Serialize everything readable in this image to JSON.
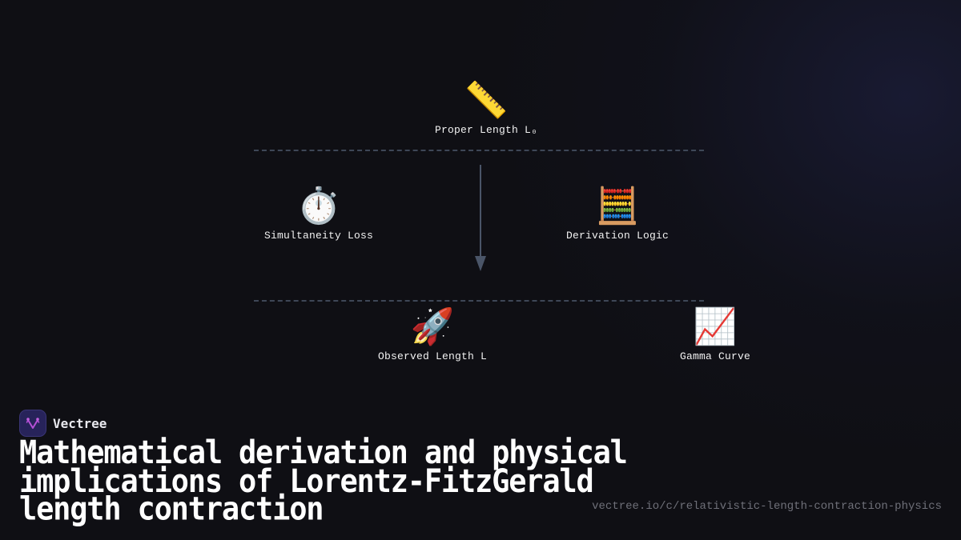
{
  "diagram": {
    "nodes": [
      {
        "id": "proper_length",
        "icon": "ruler-icon",
        "emoji": "📏",
        "label": "Proper Length L₀"
      },
      {
        "id": "simultaneity_loss",
        "icon": "stopwatch-icon",
        "emoji": "⏱️",
        "label": "Simultaneity Loss"
      },
      {
        "id": "derivation_logic",
        "icon": "abacus-icon",
        "emoji": "🧮",
        "label": "Derivation Logic"
      },
      {
        "id": "observed_length",
        "icon": "rocket-icon",
        "emoji": "🚀",
        "label": "Observed Length L"
      },
      {
        "id": "gamma_curve",
        "icon": "chart-increasing-icon",
        "emoji": "📈",
        "label": "Gamma Curve"
      }
    ],
    "edges": [
      {
        "from": "proper_length",
        "to": "observed_length",
        "style": "solid-arrow-down"
      }
    ],
    "dividers": 2,
    "colors": {
      "background": "#0f0f14",
      "divider": "#3e4757",
      "arrow": "#4a5568",
      "label": "#f2f2f2"
    }
  },
  "brand": {
    "name": "Vectree",
    "logo_color": "#27235a",
    "accent": "#b44fd6"
  },
  "title": "Mathematical derivation and physical implications of Lorentz-FitzGerald length contraction",
  "url": "vectree.io/c/relativistic-length-contraction-physics"
}
